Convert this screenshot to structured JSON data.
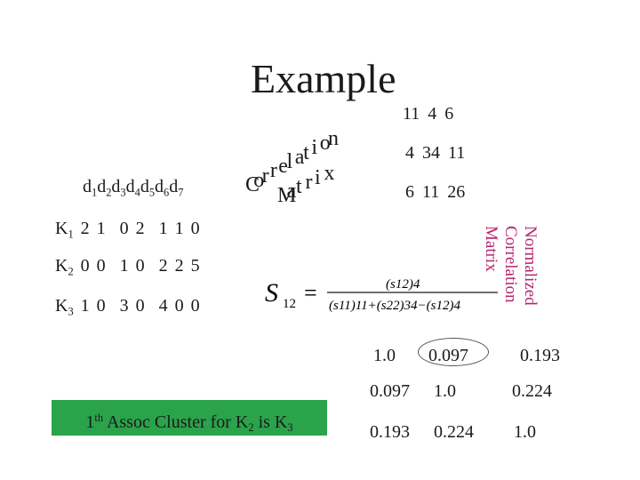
{
  "slide": {
    "title": "Example",
    "doc_header": {
      "tokens": [
        "d",
        "1",
        "d",
        "2",
        "d",
        "3",
        "d",
        "4",
        "d",
        "5",
        "d",
        "6",
        "d",
        "7"
      ]
    },
    "correlation_matrix_label": {
      "word1": "Correlation",
      "word2": "Matrix"
    },
    "correlation_matrix": [
      [
        "11",
        "4",
        "6"
      ],
      [
        "4",
        "34",
        "11"
      ],
      [
        "6",
        "11",
        "26"
      ]
    ],
    "keyword_rows": [
      {
        "key": "K",
        "sub": "1",
        "values": "2 1  0 2  1 1 0"
      },
      {
        "key": "K",
        "sub": "2",
        "values": "0 0  1 0  2 2 5"
      },
      {
        "key": "K",
        "sub": "3",
        "values": "1 0  3 0  4 0 0"
      }
    ],
    "normalized_label": [
      "Normalized",
      "Correlation",
      "Matrix"
    ],
    "formula": {
      "lhs_main": "S",
      "lhs_sub": "12",
      "equals": "=",
      "numerator": "(s12)4",
      "denominator": "(s11)11+(s22)34−(s12)4"
    },
    "normalized_matrix": [
      [
        "1.0",
        "0.097",
        "0.193"
      ],
      [
        "0.097",
        "1.0",
        "0.224"
      ],
      [
        "0.193",
        "0.224",
        "1.0"
      ]
    ],
    "assoc_cluster": {
      "ordinal": "1",
      "ordinal_sup": "th",
      "text_mid": "Assoc Cluster for K",
      "sub_a": "2",
      "text_is": "is K",
      "sub_b": "3"
    },
    "colors": {
      "text": "#1a1a1a",
      "accent_label": "#b5276c",
      "assoc_box_bg": "#2aa34a",
      "circle": "#555555"
    }
  }
}
